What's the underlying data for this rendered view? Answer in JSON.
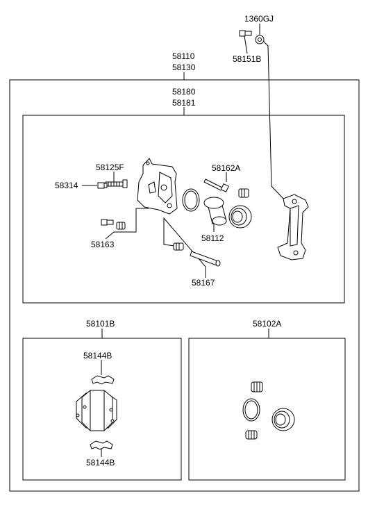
{
  "labels": {
    "p1360gj": "1360GJ",
    "p58151b": "58151B",
    "p58110": "58110",
    "p58130": "58130",
    "p58180": "58180",
    "p58181": "58181",
    "p58125f": "58125F",
    "p58162a": "58162A",
    "p58314": "58314",
    "p58163": "58163",
    "p58112": "58112",
    "p58167": "58167",
    "p58101b": "58101B",
    "p58102a": "58102A",
    "p58144b_top": "58144B",
    "p58144b_bottom": "58144B"
  }
}
